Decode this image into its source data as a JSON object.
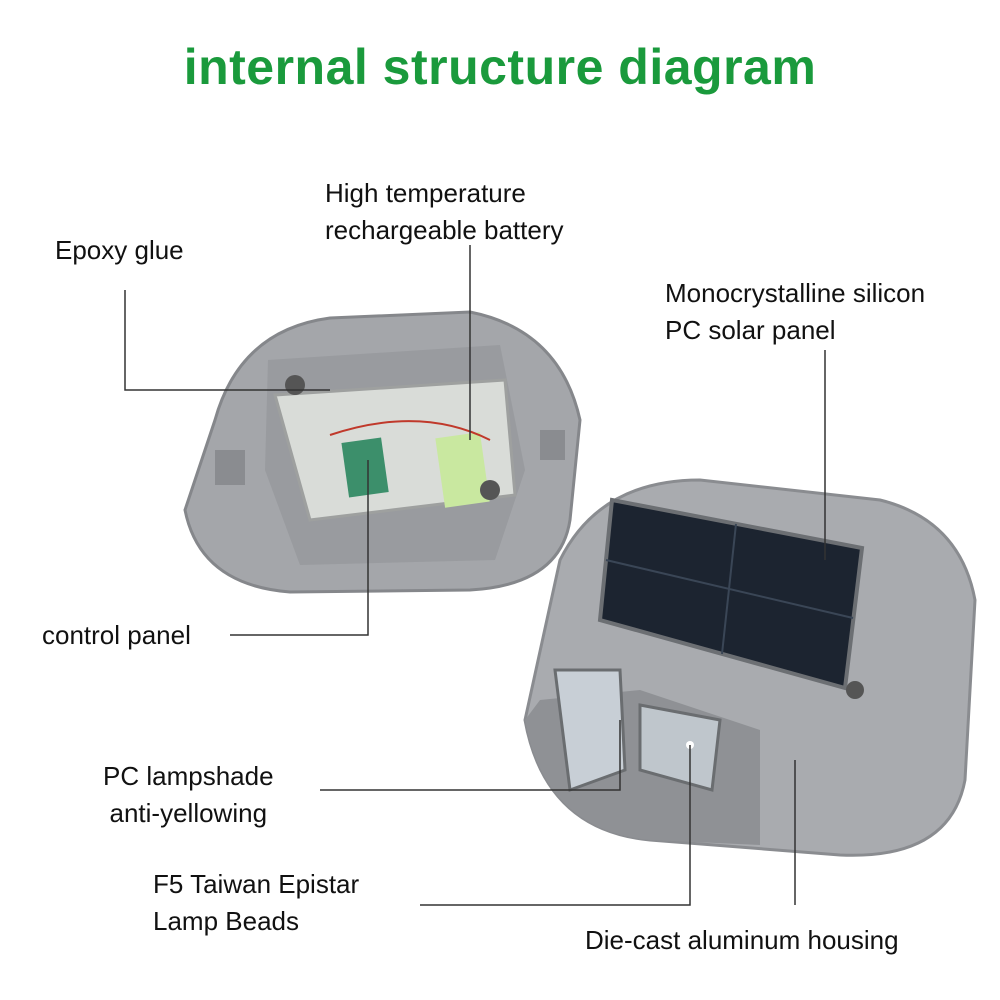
{
  "title": "internal structure diagram",
  "labels": {
    "battery": [
      "High temperature",
      "rechargeable battery"
    ],
    "epoxy": "Epoxy glue",
    "solar": [
      "Monocrystalline silicon",
      "PC solar panel"
    ],
    "control": "control panel",
    "lampshade": [
      "PC lampshade",
      "anti-yellowing"
    ],
    "beads": [
      "F5 Taiwan Epistar",
      "Lamp Beads"
    ],
    "housing": "Die-cast aluminum housing"
  },
  "colors": {
    "title": "#1a9a3c",
    "housing": "#9a9ca0",
    "panel": "#1c2430"
  }
}
